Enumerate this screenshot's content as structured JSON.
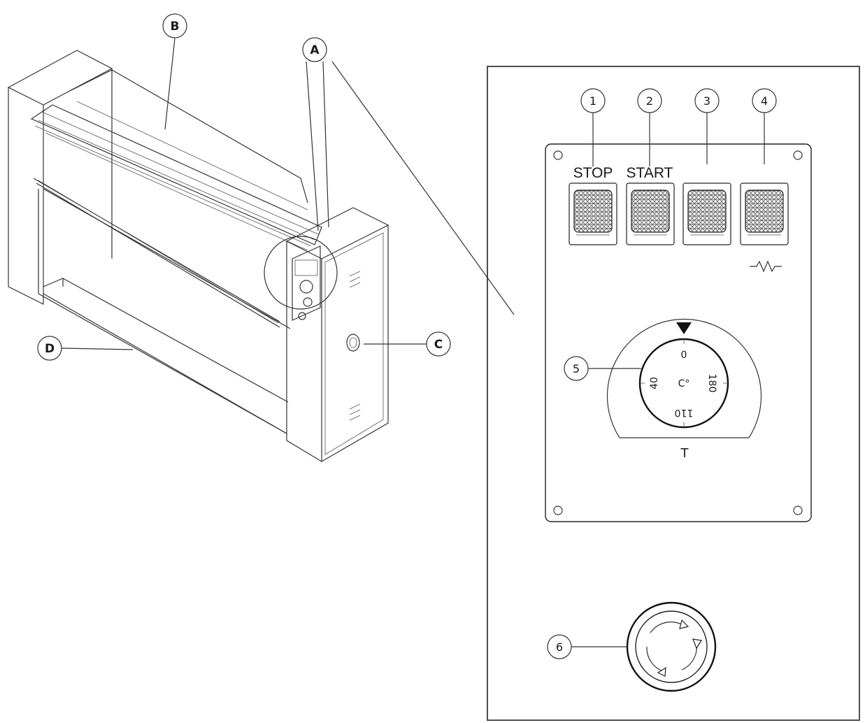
{
  "callouts_machine": [
    "B",
    "A",
    "C",
    "D"
  ],
  "panel": {
    "button_numbers": [
      "1",
      "2",
      "3",
      "4"
    ],
    "button_labels": [
      "STOP",
      "START"
    ],
    "heater_symbol": "-\\/\\/-",
    "dial": {
      "number": "5",
      "unit": "C°",
      "ticks": [
        "0",
        "40",
        "180",
        "110"
      ],
      "label": "T"
    },
    "emergency_number": "6"
  }
}
